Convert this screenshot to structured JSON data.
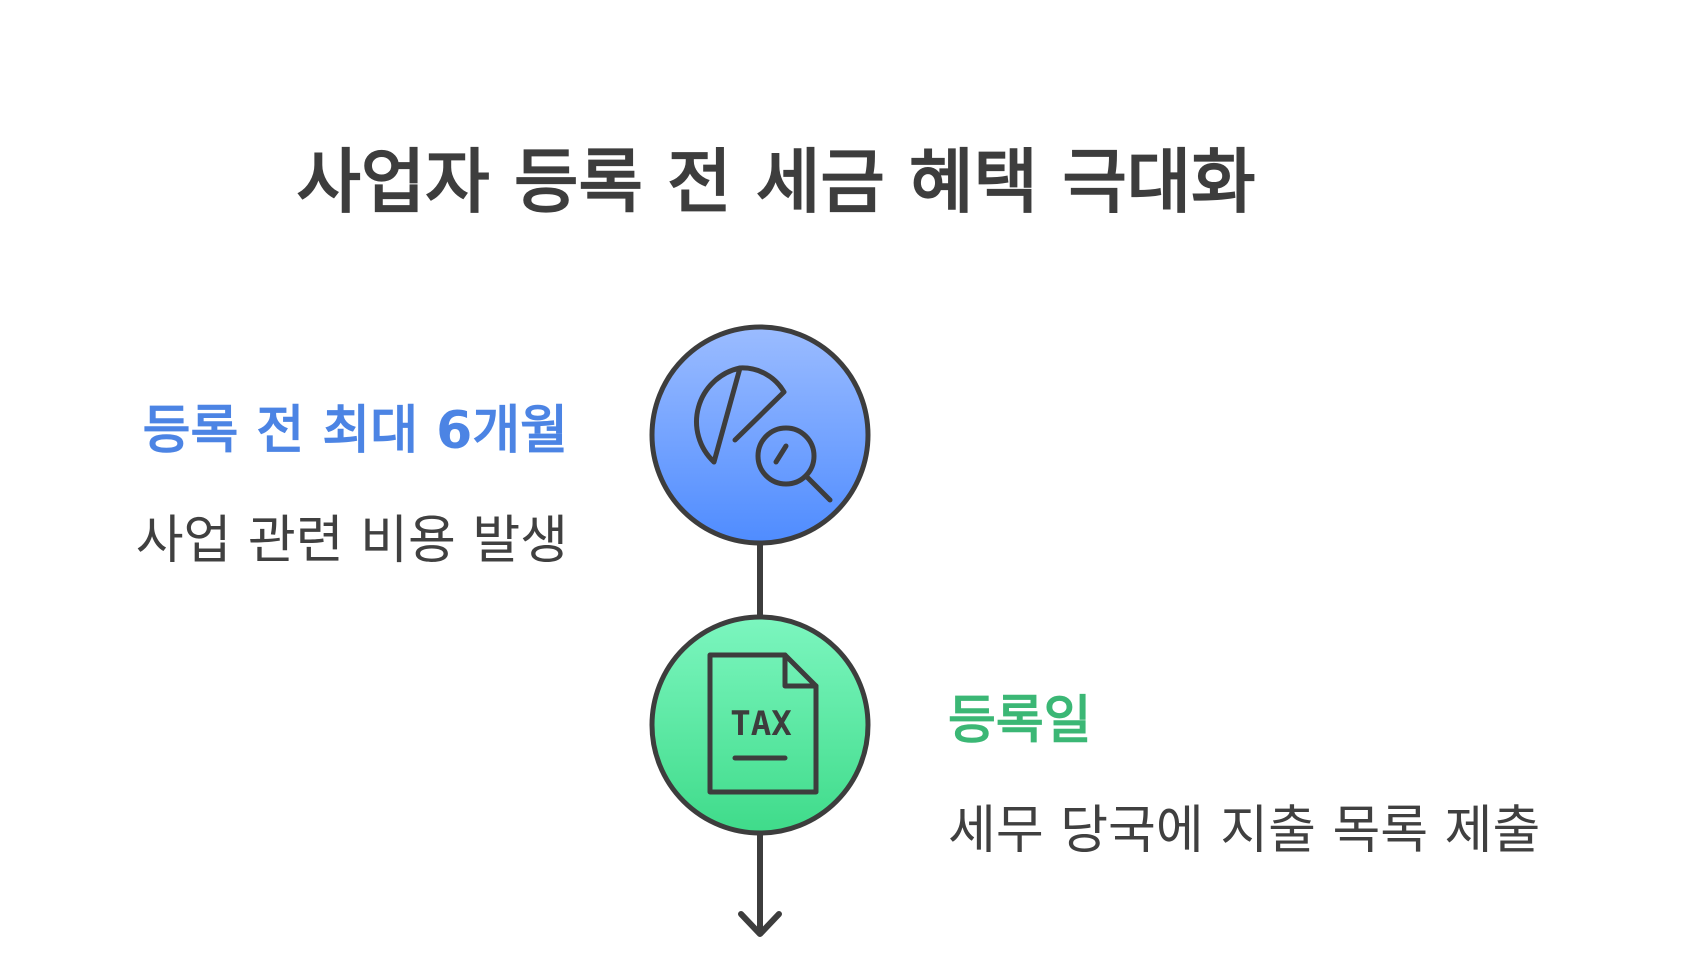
{
  "title": "사업자 등록 전 세금 혜택 극대화",
  "steps": [
    {
      "title": "등록 전 최대 6개월",
      "description": "사업 관련 비용 발생",
      "icon": "pie-chart-magnifier-icon",
      "title_color": "#4c84e4",
      "circle_color_top": "#9bbcff",
      "circle_color_bottom": "#4f8cff"
    },
    {
      "title": "등록일",
      "description": "세무 당국에 지출 목록 제출",
      "icon": "tax-document-icon",
      "icon_text": "TAX",
      "title_color": "#3bb775",
      "circle_color_top": "#7cf6bf",
      "circle_color_bottom": "#3fdb8a"
    }
  ]
}
